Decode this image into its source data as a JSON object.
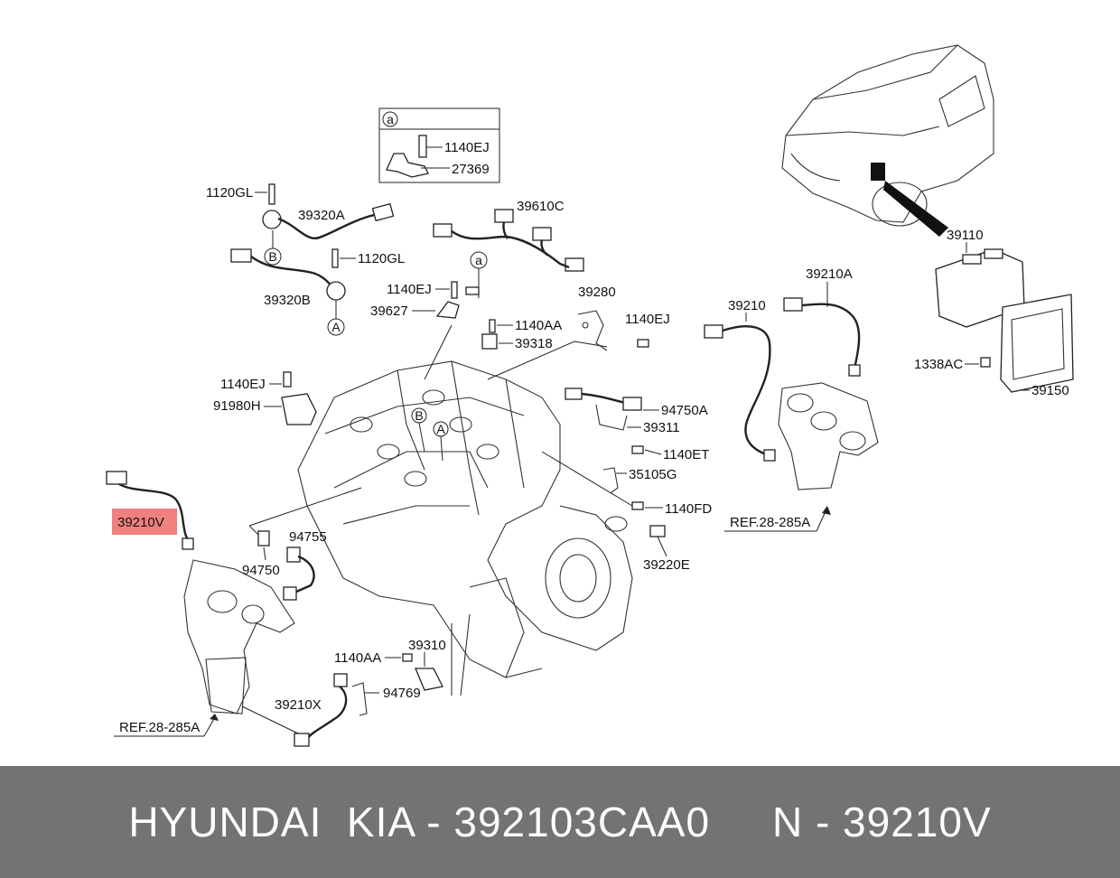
{
  "diagram": {
    "labels": {
      "l1140EJ_a": "1140EJ",
      "l27369": "27369",
      "l1120GL_1": "1120GL",
      "l39320A": "39320A",
      "l1120GL_2": "1120GL",
      "l39320B": "39320B",
      "l39610C": "39610C",
      "l1140EJ_1": "1140EJ",
      "l39627": "39627",
      "l1140AA_1": "1140AA",
      "l39318": "39318",
      "l39280": "39280",
      "l1140EJ_2": "1140EJ",
      "l1140EJ_3": "1140EJ",
      "l91980H": "91980H",
      "l94750A": "94750A",
      "l39311": "39311",
      "l1140ET": "1140ET",
      "l35105G": "35105G",
      "l1140FD": "1140FD",
      "l39220E": "39220E",
      "l39210V": "39210V",
      "l94755": "94755",
      "l94750": "94750",
      "l1140AA_2": "1140AA",
      "l39310": "39310",
      "l94769": "94769",
      "l39210X": "39210X",
      "lref1": "REF.28-285A",
      "lref2": "REF.28-285A",
      "l39210": "39210",
      "l39210A": "39210A",
      "l39110": "39110",
      "l1338AC": "1338AC",
      "l39150": "39150"
    },
    "callouts": {
      "a_box": "a",
      "a_main": "a",
      "A1": "A",
      "A2": "A",
      "B1": "B",
      "B2": "B"
    },
    "highlight_color": "#f08080"
  },
  "footer": {
    "title": "HYUNDAI  KIA - 392103CAA0     N - 39210V",
    "background": "#737373",
    "text_color": "#ffffff"
  }
}
